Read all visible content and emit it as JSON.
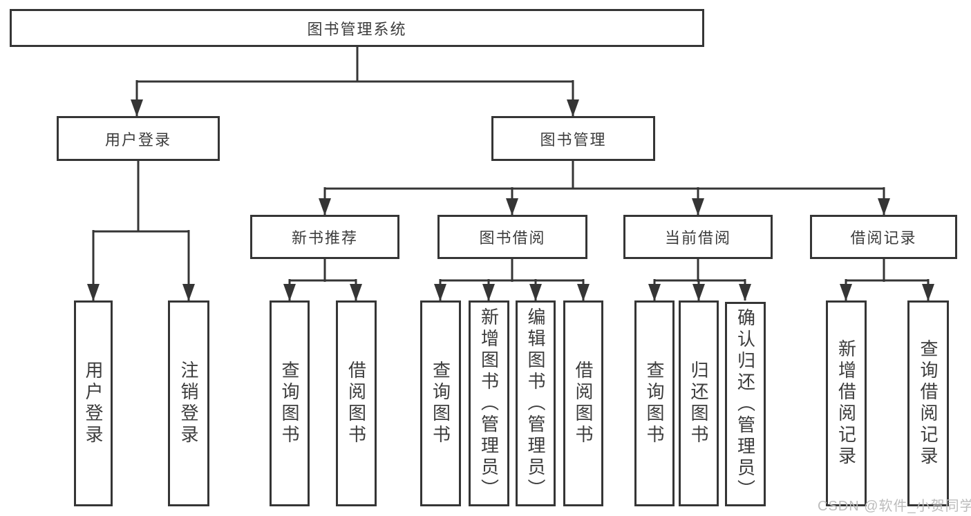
{
  "tree": {
    "root": {
      "label": "图书管理系统"
    },
    "children": [
      {
        "label": "用户登录",
        "children": [
          {
            "label": "用户登录"
          },
          {
            "label": "注销登录"
          }
        ]
      },
      {
        "label": "图书管理",
        "children": [
          {
            "label": "新书推荐",
            "children": [
              {
                "label": "查询图书"
              },
              {
                "label": "借阅图书"
              }
            ]
          },
          {
            "label": "图书借阅",
            "children": [
              {
                "label": "查询图书"
              },
              {
                "label": "新增图书（管理员）"
              },
              {
                "label": "编辑图书（管理员）"
              },
              {
                "label": "借阅图书"
              }
            ]
          },
          {
            "label": "当前借阅",
            "children": [
              {
                "label": "查询图书"
              },
              {
                "label": "归还图书"
              },
              {
                "label": "确认归还（管理员）"
              }
            ]
          },
          {
            "label": "借阅记录",
            "children": [
              {
                "label": "新增借阅记录"
              },
              {
                "label": "查询借阅记录"
              }
            ]
          }
        ]
      }
    ]
  },
  "watermark": {
    "text": "CSDN @软件_小贺同学"
  },
  "colors": {
    "line": "#353535",
    "text": "#3c3c3c",
    "background": "#ffffff",
    "watermark": "#bcbcbc"
  }
}
